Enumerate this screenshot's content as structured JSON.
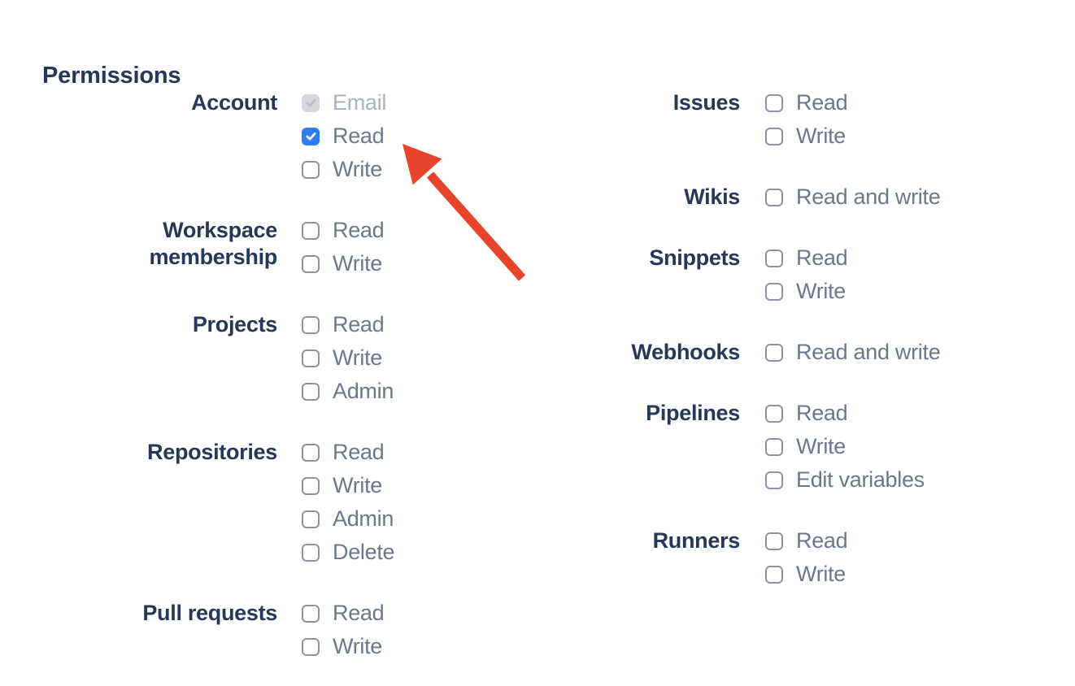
{
  "page": {
    "title": "Permissions"
  },
  "colors": {
    "heading_text": "#253858",
    "group_label_text": "#253858",
    "option_label_text": "#6B778C",
    "disabled_option_label_text": "#ABB1BD",
    "checkbox_border": "#8C939E",
    "checkbox_checked_fill": "#2E7CF6",
    "checkbox_disabled_fill": "#D5D7DB",
    "arrow_red": "#E8432B"
  },
  "annotation": {
    "type": "red-arrow",
    "points_at": "Account Read checkbox"
  },
  "permissions": {
    "left": [
      {
        "name": "Account",
        "options": [
          {
            "label": "Email",
            "state": "checked-disabled"
          },
          {
            "label": "Read",
            "state": "checked"
          },
          {
            "label": "Write",
            "state": "unchecked"
          }
        ]
      },
      {
        "name": "Workspace membership",
        "options": [
          {
            "label": "Read",
            "state": "unchecked"
          },
          {
            "label": "Write",
            "state": "unchecked"
          }
        ]
      },
      {
        "name": "Projects",
        "options": [
          {
            "label": "Read",
            "state": "unchecked"
          },
          {
            "label": "Write",
            "state": "unchecked"
          },
          {
            "label": "Admin",
            "state": "unchecked"
          }
        ]
      },
      {
        "name": "Repositories",
        "options": [
          {
            "label": "Read",
            "state": "unchecked"
          },
          {
            "label": "Write",
            "state": "unchecked"
          },
          {
            "label": "Admin",
            "state": "unchecked"
          },
          {
            "label": "Delete",
            "state": "unchecked"
          }
        ]
      },
      {
        "name": "Pull requests",
        "options": [
          {
            "label": "Read",
            "state": "unchecked"
          },
          {
            "label": "Write",
            "state": "unchecked"
          }
        ]
      }
    ],
    "right": [
      {
        "name": "Issues",
        "options": [
          {
            "label": "Read",
            "state": "unchecked"
          },
          {
            "label": "Write",
            "state": "unchecked"
          }
        ]
      },
      {
        "name": "Wikis",
        "options": [
          {
            "label": "Read and write",
            "state": "unchecked"
          }
        ]
      },
      {
        "name": "Snippets",
        "options": [
          {
            "label": "Read",
            "state": "unchecked"
          },
          {
            "label": "Write",
            "state": "unchecked"
          }
        ]
      },
      {
        "name": "Webhooks",
        "options": [
          {
            "label": "Read and write",
            "state": "unchecked"
          }
        ]
      },
      {
        "name": "Pipelines",
        "options": [
          {
            "label": "Read",
            "state": "unchecked"
          },
          {
            "label": "Write",
            "state": "unchecked"
          },
          {
            "label": "Edit variables",
            "state": "unchecked"
          }
        ]
      },
      {
        "name": "Runners",
        "options": [
          {
            "label": "Read",
            "state": "unchecked"
          },
          {
            "label": "Write",
            "state": "unchecked"
          }
        ]
      }
    ]
  }
}
